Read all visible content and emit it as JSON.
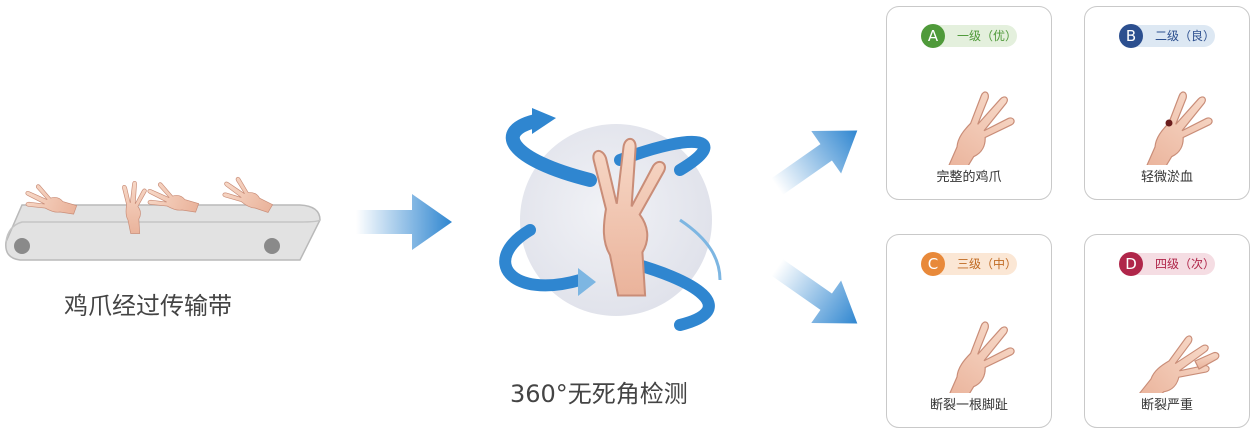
{
  "stages": {
    "conveyor_caption": "鸡爪经过传输带",
    "inspection_caption": "360°无死角检测"
  },
  "grades": [
    {
      "letter": "A",
      "grade": "一级（优）",
      "description": "完整的鸡爪",
      "color": "#4f9a3a",
      "pill": "#e4f0dd"
    },
    {
      "letter": "B",
      "grade": "二级（良）",
      "description": "轻微淤血",
      "color": "#2c4f8f",
      "pill": "#dde8f3"
    },
    {
      "letter": "C",
      "grade": "三级（中）",
      "description": "断裂一根脚趾",
      "color": "#e8893a",
      "pill": "#fbe7d5"
    },
    {
      "letter": "D",
      "grade": "四级（次）",
      "description": "断裂严重",
      "color": "#b0264a",
      "pill": "#f5dde3"
    }
  ],
  "colors": {
    "arrow": "#2f86d0",
    "skin": "#f4cbb5",
    "skin_outline": "#c98d78"
  }
}
